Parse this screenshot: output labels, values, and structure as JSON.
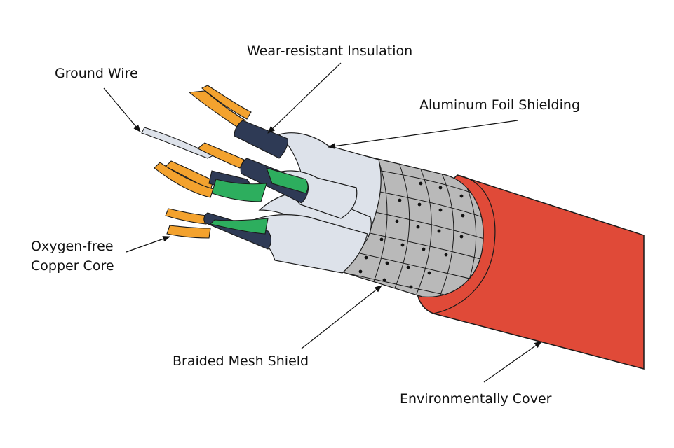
{
  "labels": {
    "wear_insulation": "Wear-resistant Insulation",
    "ground_wire": "Ground Wire",
    "foil_shielding": "Aluminum Foil Shielding",
    "copper_core_line1": "Oxygen-free",
    "copper_core_line2": "Copper Core",
    "braided_mesh": "Braided Mesh Shield",
    "environmental_cover": "Environmentally Cover"
  },
  "colors": {
    "outer_jacket": "#e04a38",
    "jacket_outline": "#1a1a1a",
    "braid_fill": "#b9b9b9",
    "foil_fill": "#dde2ea",
    "insulation_sleeve": "#2e3a55",
    "conductor_orange": "#f3a22e",
    "conductor_green": "#2dae5e",
    "ground_wire": "#dde2ea"
  }
}
